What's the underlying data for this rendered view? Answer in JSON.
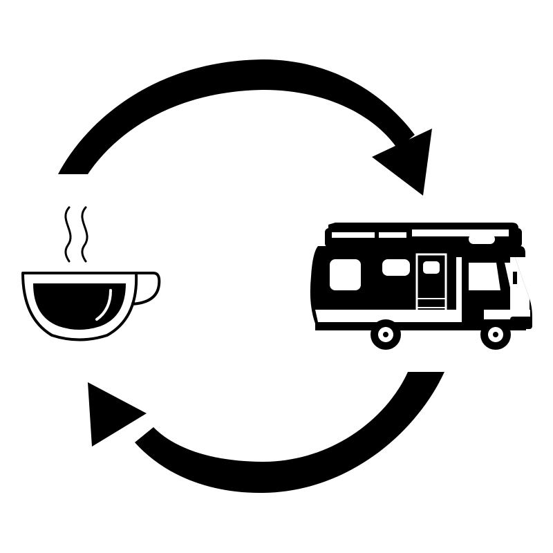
{
  "diagram": {
    "kind": "cycle",
    "background_color": "#ffffff",
    "ink_color": "#000000",
    "nodes": [
      {
        "id": "coffee",
        "icon": "coffee-cup-icon",
        "side": "left"
      },
      {
        "id": "camper",
        "icon": "camper-van-icon",
        "side": "right"
      }
    ],
    "arrows": [
      {
        "id": "top",
        "icon": "arrow-clockwise-icon",
        "from": "coffee",
        "to": "camper",
        "direction": "clockwise"
      },
      {
        "id": "bottom",
        "icon": "arrow-clockwise-icon",
        "from": "camper",
        "to": "coffee",
        "direction": "clockwise"
      }
    ]
  }
}
